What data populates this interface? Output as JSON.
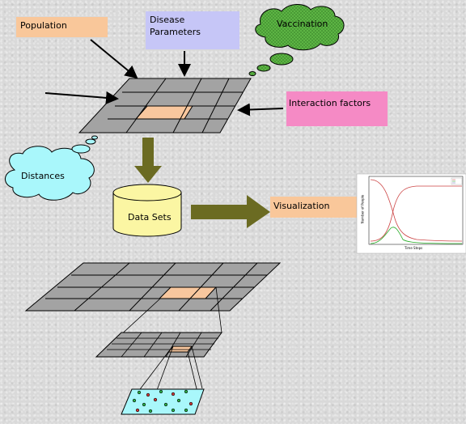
{
  "labels": {
    "population": "Population",
    "disease_line1": "Disease",
    "disease_line2": "Parameters",
    "vaccination": "Vaccination",
    "interaction": "Interaction factors",
    "distances": "Distances",
    "datasets": "Data Sets",
    "visualization": "Visualization"
  },
  "chart_thumbnail": {
    "xlabel": "Time Steps",
    "ylabel": "Number of People"
  },
  "colors": {
    "population_box": "#f9c79a",
    "disease_box": "#c6c6f7",
    "vaccination_cloud": "#5fb846",
    "interaction_box": "#f58ac5",
    "distances_cloud": "#a9f7fb",
    "datasets_cylinder": "#fbf6a3",
    "visualization_box": "#f9c79a",
    "grid_cell": "#a3a3a3",
    "highlight_cell": "#f8c79e",
    "big_arrow": "#6b6b22"
  }
}
